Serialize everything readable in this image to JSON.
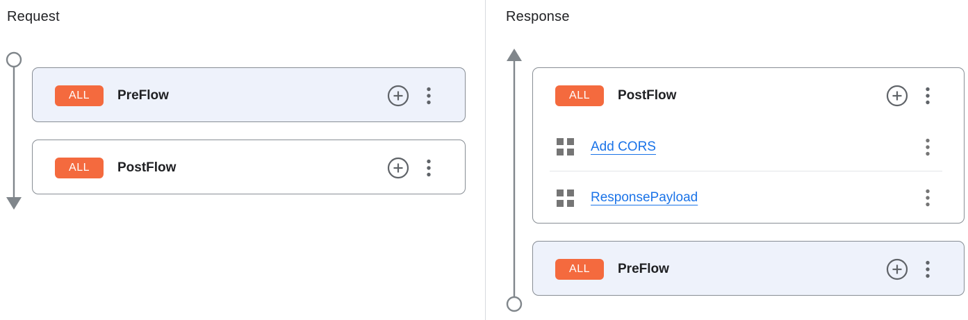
{
  "request": {
    "title": "Request",
    "flows": [
      {
        "badge": "ALL",
        "name": "PreFlow",
        "selected": true
      },
      {
        "badge": "ALL",
        "name": "PostFlow",
        "selected": false
      }
    ]
  },
  "response": {
    "title": "Response",
    "flows": [
      {
        "badge": "ALL",
        "name": "PostFlow",
        "selected": false,
        "policies": [
          {
            "name": "Add CORS"
          },
          {
            "name": "ResponsePayload"
          }
        ]
      },
      {
        "badge": "ALL",
        "name": "PreFlow",
        "selected": true
      }
    ]
  },
  "icons": {
    "add_policy": "plus-circle-icon",
    "flow_menu": "kebab-menu-icon",
    "policy_handle": "policy-grid-icon",
    "request_direction": "arrow-down-timeline",
    "response_direction": "arrow-up-timeline"
  },
  "colors": {
    "badge_orange": "#f46a3e",
    "link_blue": "#1a73e8",
    "selected_card_bg": "#eef2fb",
    "card_border": "#878d94",
    "icon_gray": "#5f6368",
    "timeline_gray": "#80868b",
    "text_dark": "#202124"
  }
}
